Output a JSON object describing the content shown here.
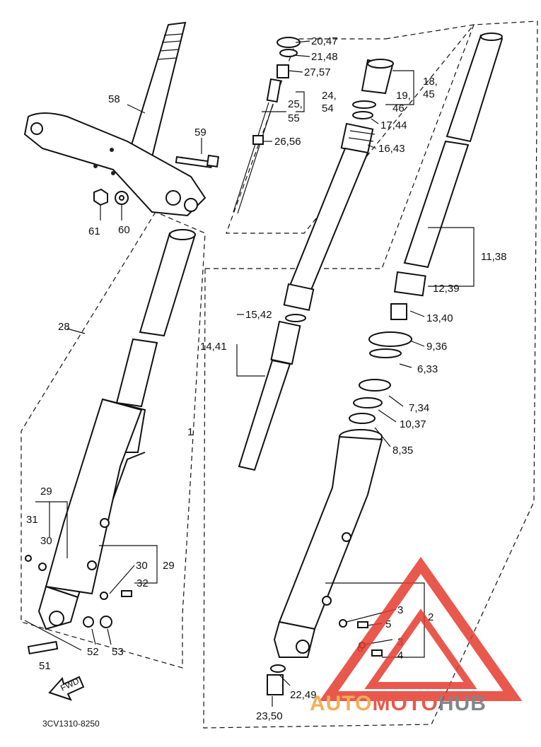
{
  "diagram_code": "3CV1310-8250",
  "fwd_label": "FWD",
  "watermark": {
    "part1": "AUTO",
    "part2": "MOTO",
    "part3": "HUB",
    "color_red": "#e63b2e",
    "color_orange": "#f2a23a",
    "color_gray": "#6e7076"
  },
  "callouts": [
    "20,47",
    "21,48",
    "27,57",
    "24,",
    "25,",
    "54",
    "55",
    "26,56",
    "18,",
    "45",
    "19,",
    "46",
    "17,44",
    "16,43",
    "58",
    "59",
    "61",
    "60",
    "11,38",
    "12,39",
    "13,40",
    "15,42",
    "14,41",
    "9,36",
    "6,33",
    "28",
    "7,34",
    "10,37",
    "8,35",
    "1",
    "29",
    "31",
    "30",
    "29",
    "30",
    "32",
    "2",
    "3",
    "5",
    "3",
    "6",
    "4",
    "52",
    "53",
    "51",
    "22,49",
    "23,50"
  ]
}
